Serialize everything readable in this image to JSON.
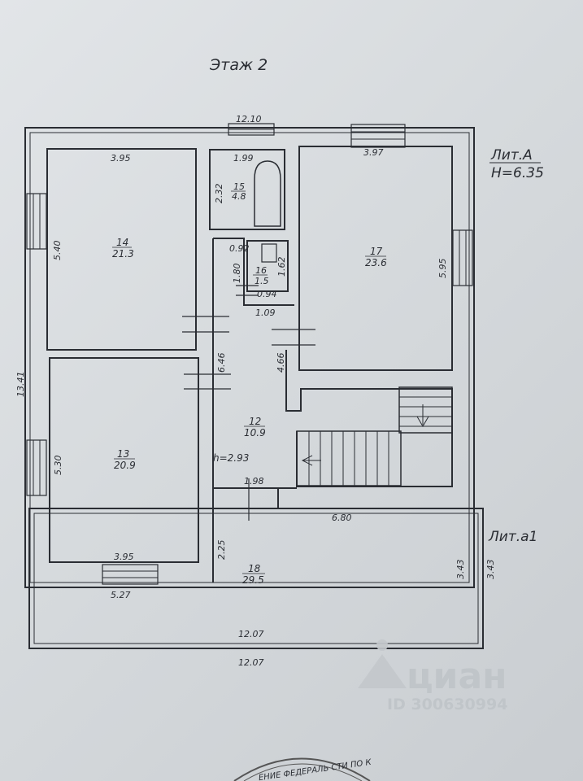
{
  "title": "Этаж 2",
  "labels": {
    "lit_a": "Лит.А",
    "lit_a_height": "Н=6.35",
    "lit_a1": "Лит.а1",
    "ceiling": "h=2.93"
  },
  "rooms": [
    {
      "id": "14",
      "number": "14",
      "area": "21.3"
    },
    {
      "id": "13",
      "number": "13",
      "area": "20.9"
    },
    {
      "id": "15",
      "number": "15",
      "area": "4.8"
    },
    {
      "id": "16",
      "number": "16",
      "area": "1.5"
    },
    {
      "id": "17",
      "number": "17",
      "area": "23.6"
    },
    {
      "id": "12",
      "number": "12",
      "area": "10.9"
    },
    {
      "id": "18",
      "number": "18",
      "area": "29.5"
    }
  ],
  "dimensions": [
    "12.10",
    "3.95",
    "1.99",
    "3.97",
    "2.32",
    "5.40",
    "0.92",
    "1.80",
    "1.62",
    "0.94",
    "1.09",
    "5.95",
    "13.41",
    "6.46",
    "4.66",
    "5.30",
    "1.98",
    "6.80",
    "2.25",
    "3.95",
    "3.43",
    "3.43",
    "5.27",
    "12.07",
    "12.07"
  ],
  "watermark": {
    "brand": "циан",
    "id_text": "ID 300630994"
  },
  "stamp_text": "ЕНИЕ ФЕДЕРАЛЬ СТИ ПО К"
}
